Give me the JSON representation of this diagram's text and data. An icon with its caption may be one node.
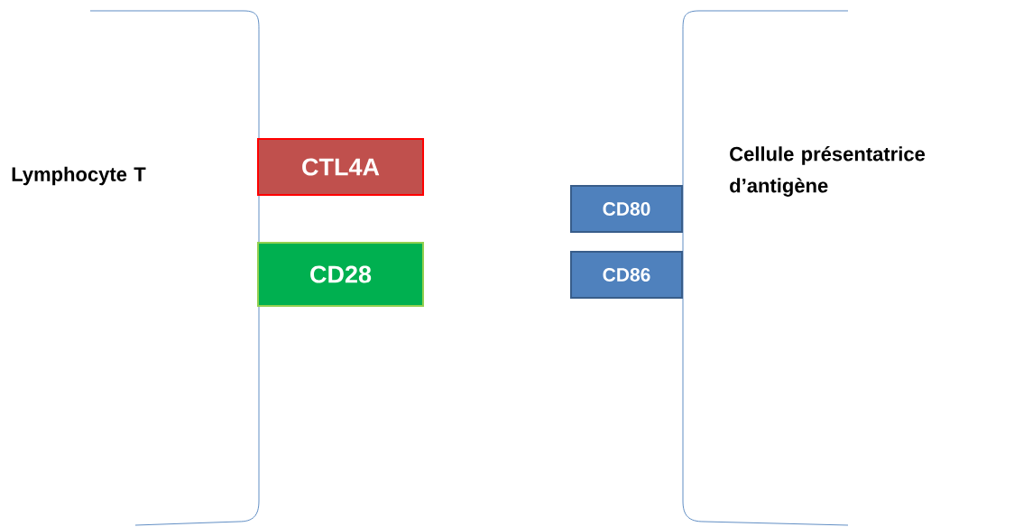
{
  "diagram": {
    "nodes": [
      {
        "text": [
          "Lymphocyte T"
        ]
      },
      {
        "text": [
          "CTL4A"
        ]
      },
      {
        "text": [
          "CD28"
        ]
      },
      {
        "text": [
          "CD80"
        ]
      },
      {
        "text": [
          "CD86"
        ]
      },
      {
        "text": [
          "Cellule présentatrice d’antigène"
        ]
      }
    ]
  }
}
